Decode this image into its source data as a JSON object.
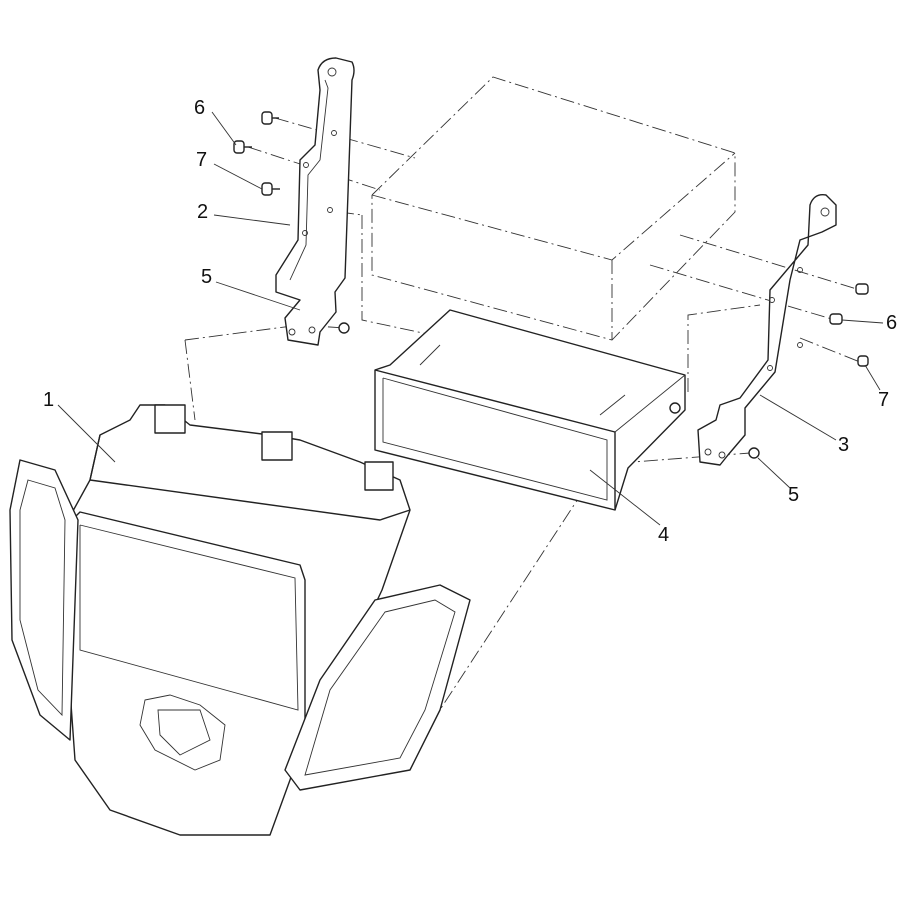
{
  "diagram": {
    "callouts": {
      "bracket_left_screw_6": "6",
      "bracket_left_screw_7": "7",
      "bracket_left": "2",
      "bracket_left_screw_5": "5",
      "bezel": "1",
      "bracket_right_screw_6": "6",
      "bracket_right_screw_7": "7",
      "bracket_right": "3",
      "bracket_right_screw_5": "5",
      "pocket_cage": "4"
    }
  }
}
